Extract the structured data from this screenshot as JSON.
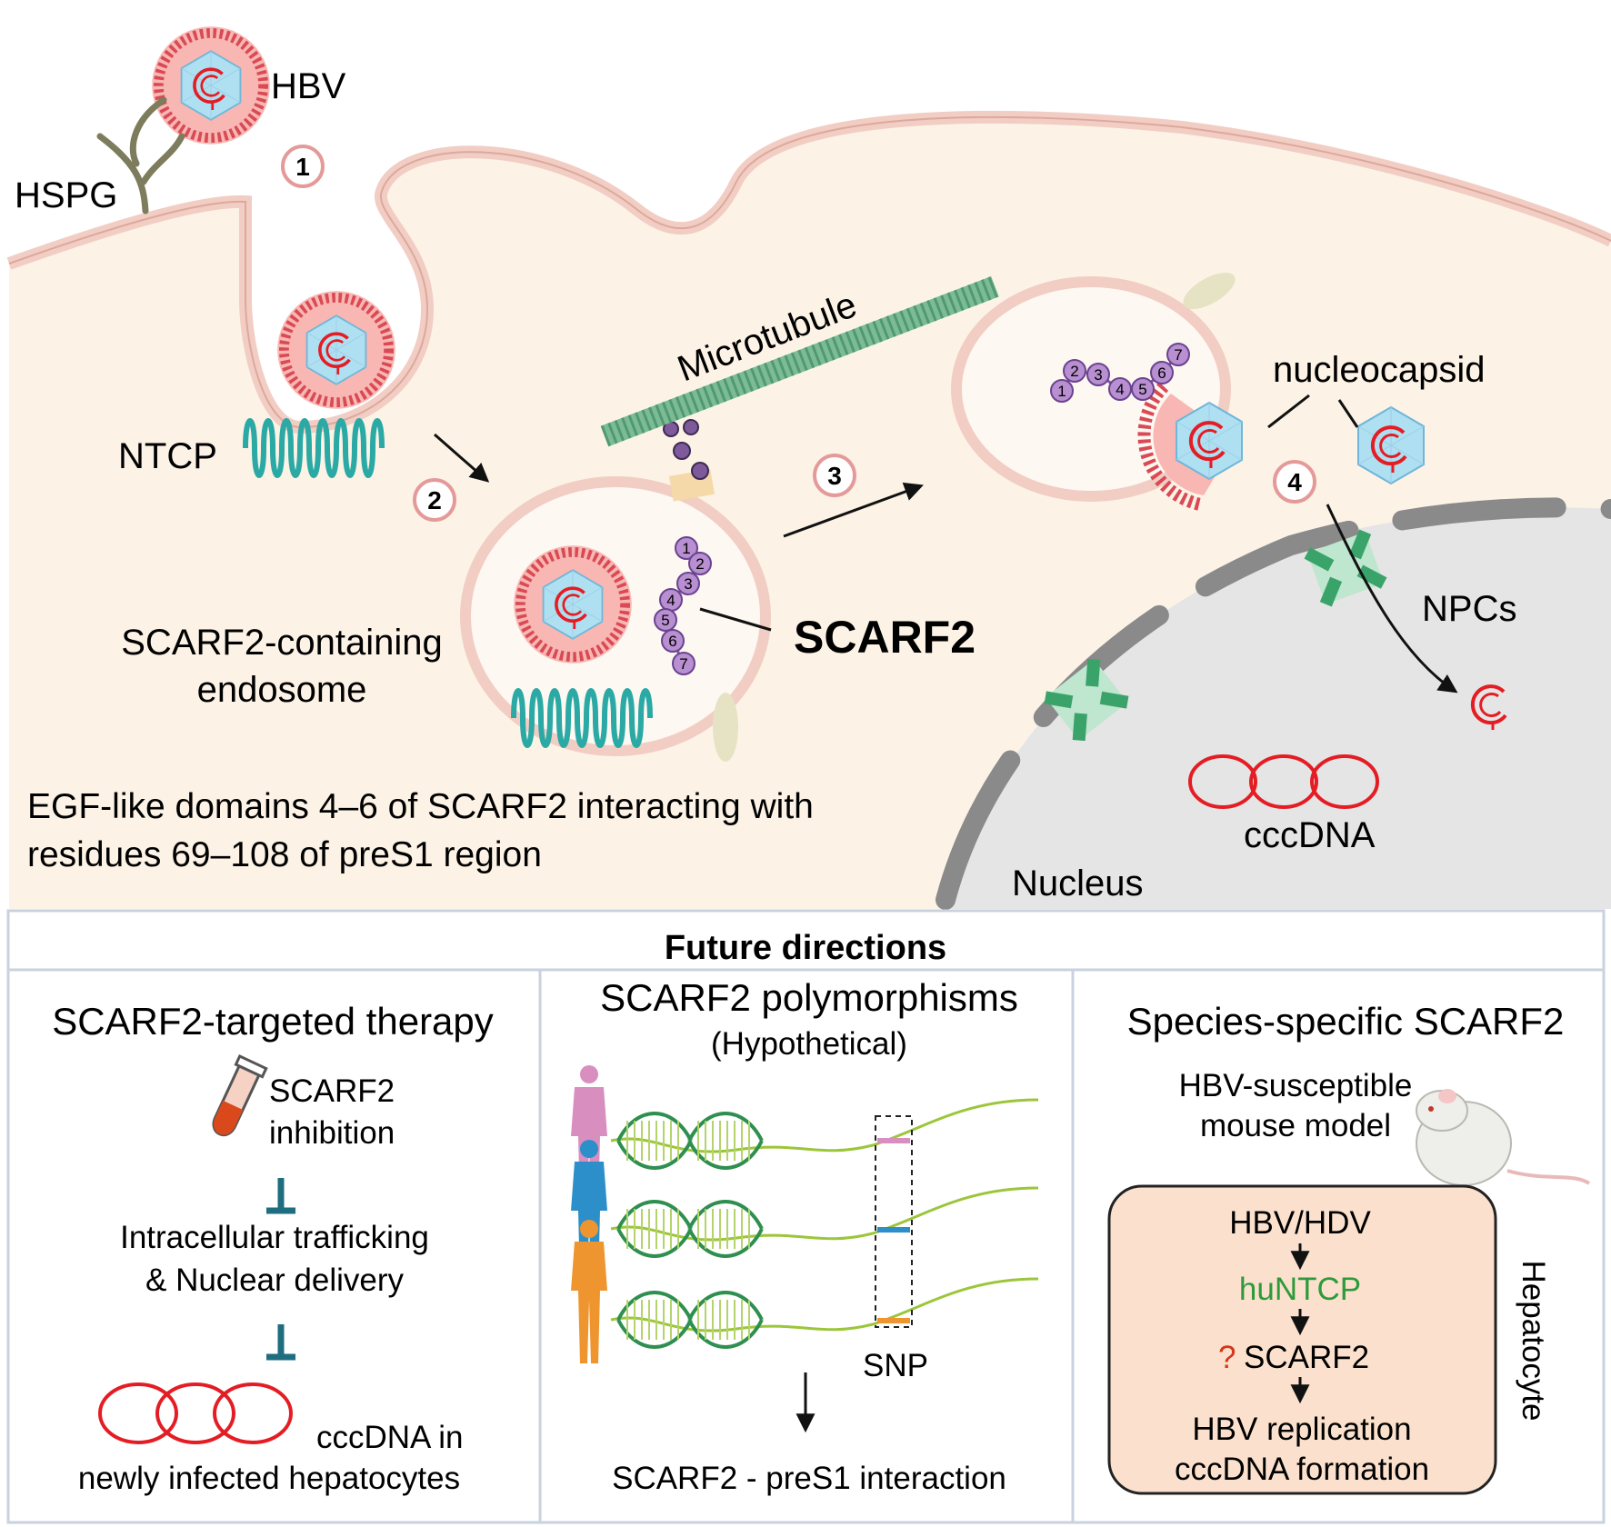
{
  "top": {
    "hbv": "HBV",
    "hspg": "HSPG",
    "ntcp": "NTCP",
    "microtubule": "Microtubule",
    "nucleocapsid": "nucleocapsid",
    "scarf2": "SCARF2",
    "endosome_line1": "SCARF2-containing",
    "endosome_line2": "endosome",
    "npcs": "NPCs",
    "cccdna": "cccDNA",
    "nucleus": "Nucleus",
    "egf_line1": "EGF-like domains 4–6 of SCARF2 interacting with",
    "egf_line2": "residues 69–108 of preS1 region",
    "steps": [
      "1",
      "2",
      "3",
      "4"
    ],
    "domain_numbers": [
      "1",
      "2",
      "3",
      "4",
      "5",
      "6",
      "7"
    ]
  },
  "future": {
    "title": "Future directions",
    "therapy": {
      "title": "SCARF2-targeted therapy",
      "inhibition_line1": "SCARF2",
      "inhibition_line2": "inhibition",
      "trafficking_line1": "Intracellular trafficking",
      "trafficking_line2": "& Nuclear delivery",
      "cccdna_line1": "cccDNA in",
      "cccdna_line2": "newly infected hepatocytes"
    },
    "polymorphisms": {
      "title": "SCARF2 polymorphisms",
      "subtitle": "(Hypothetical)",
      "snp": "SNP",
      "interaction": "SCARF2 - preS1 interaction"
    },
    "species": {
      "title": "Species-specific SCARF2",
      "model_line1": "HBV-susceptible",
      "model_line2": "mouse model",
      "hbv_hdv": "HBV/HDV",
      "huntcp": "huNTCP",
      "question": "?",
      "scarf2": "SCARF2",
      "replication_line1": "HBV replication",
      "replication_line2": "cccDNA formation",
      "hepatocyte": "Hepatocyte"
    }
  },
  "colors": {
    "cytoplasm": "#fcf3e6",
    "membrane": "#f2cdc4",
    "virion_ring": "#d94a55",
    "capsid": "#aee0f2",
    "dna_red": "#e41d24",
    "ntcp": "#2aa9a5",
    "scarf2_purple": "#9a6cb5",
    "nucleus": "#e5e5e5",
    "npc_green": "#3aa36a",
    "microtubule": "#7dbb96",
    "huntcp_green": "#2e9a3c",
    "question_red": "#d9341c",
    "box_fill": "#fbe1cd",
    "inhibit_teal": "#1f6e80"
  }
}
